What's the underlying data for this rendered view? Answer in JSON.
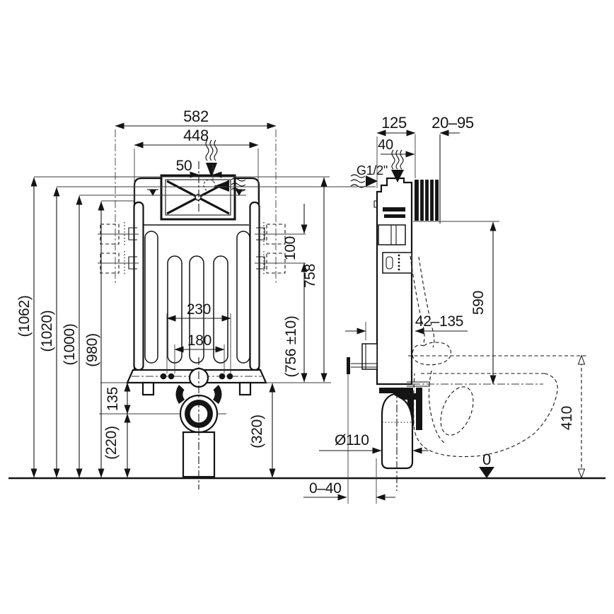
{
  "drawing_title": "concealed-cistern-installation-dimensions",
  "front_view": {
    "width_overall": "582",
    "width_frame": "448",
    "inlet_offset": "50",
    "height_overall": "(1062)",
    "height_inlet": "(1020)",
    "height_water_level": "(1000)",
    "height_frame_top": "(980)",
    "fixing_spacing_outer": "230",
    "fixing_spacing_inner": "180",
    "height_base": "135",
    "height_drain_center": "(220)",
    "height_frame_bottom": "(320)",
    "bracket_spacing": "100",
    "height_tank": "758",
    "height_flush_pipe": "(756 ±10)"
  },
  "side_view": {
    "depth": "125",
    "finished_wall_range": "20–95",
    "inlet_to_wall": "40",
    "water_connection": "G1/2\"",
    "height_outlet": "590",
    "flush_bend_range": "42–135",
    "height_bowl": "410",
    "floor_level": "0",
    "drain_diameter": "Ø110",
    "floor_thickness_range": "0–40"
  }
}
